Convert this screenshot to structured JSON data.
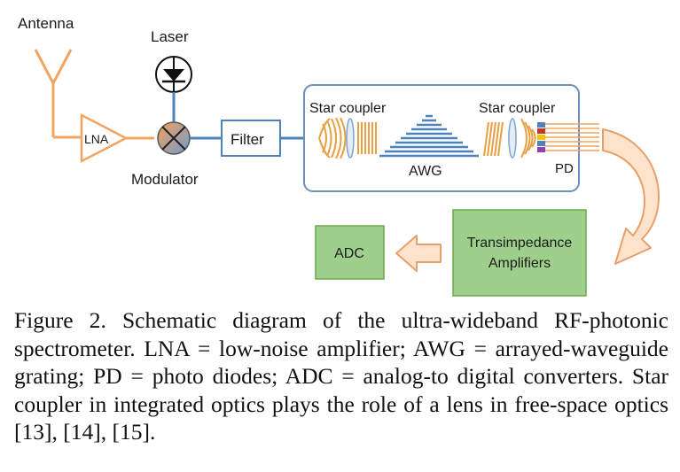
{
  "labels": {
    "antenna": "Antenna",
    "laser": "Laser",
    "lna": "LNA",
    "modulator": "Modulator",
    "filter": "Filter",
    "star_coupler_left": "Star coupler",
    "star_coupler_right": "Star coupler",
    "awg": "AWG",
    "pd": "PD",
    "tia_line1": "Transimpedance",
    "tia_line2": "Amplifiers",
    "adc": "ADC"
  },
  "caption": "Figure 2. Schematic diagram of the ultra-wideband RF-photonic spectrometer. LNA = low-noise amplifier; AWG = arrayed-waveguide grating; PD = photo diodes; ADC = analog-to digital converters. Star coupler in integrated optics plays the role of a lens in free-space optics [13], [14], [15].",
  "colors": {
    "rf_line": "#f4a460",
    "optical_line": "#4f81bd",
    "chip_border": "#6d8fbd",
    "green_box": "#9fd08b",
    "green_border": "#6aa84f",
    "arrow_fill": "#fde3cc",
    "arrow_stroke": "#e8a06a"
  }
}
